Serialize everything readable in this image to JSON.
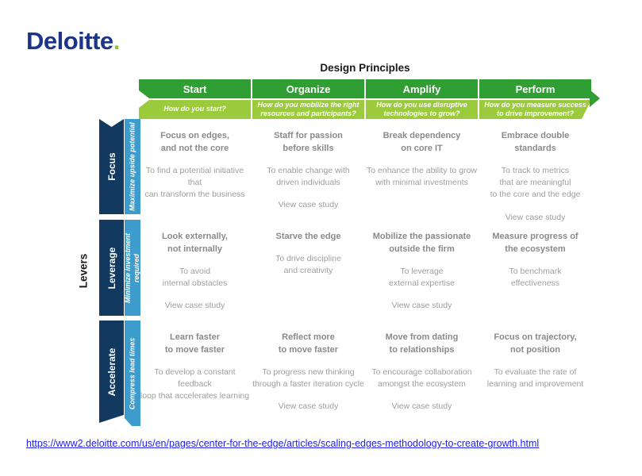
{
  "logo": {
    "text": "Deloitte",
    "dot": "."
  },
  "title": "Design Principles",
  "levers_label": "Levers",
  "columns": [
    {
      "name": "Start",
      "question": "How do you start?"
    },
    {
      "name": "Organize",
      "question": "How do you mobilize the right\nresources and participants?"
    },
    {
      "name": "Amplify",
      "question": "How do you use disruptive\ntechnologies to grow?"
    },
    {
      "name": "Perform",
      "question": "How do you measure success\nto drive improvement?"
    }
  ],
  "rows": [
    {
      "lever": "Focus",
      "sublabel": "Maximize upside potential",
      "cells": [
        {
          "title": "Focus on edges,\nand not the core",
          "desc": "To find a potential initiative that\ncan transform the business"
        },
        {
          "title": "Staff for passion\nbefore skills",
          "desc": "To enable change with\ndriven individuals",
          "link": "View case study"
        },
        {
          "title": "Break dependency\non core IT",
          "desc": "To enhance the ability to grow\nwith minimal investments"
        },
        {
          "title": "Embrace double standards",
          "desc": "To track to metrics\nthat are meaningful\nto the core and the edge",
          "link": "View case study"
        }
      ]
    },
    {
      "lever": "Leverage",
      "sublabel": "Minimize investment\nrequired",
      "cells": [
        {
          "title": "Look externally,\nnot internally",
          "desc": "To avoid\ninternal obstacles",
          "link": "View case study"
        },
        {
          "title": "Starve the edge",
          "desc": "To drive discipline\nand creativity"
        },
        {
          "title": "Mobilize the passionate\noutside the firm",
          "desc": "To leverage\nexternal expertise",
          "link": "View case study"
        },
        {
          "title": "Measure progress of\nthe ecosystem",
          "desc": "To benchmark\neffectiveness"
        }
      ]
    },
    {
      "lever": "Accelerate",
      "sublabel": "Compress lead times",
      "cells": [
        {
          "title": "Learn faster\nto move faster",
          "desc": "To develop a constant feedback\nloop that accelerates learning"
        },
        {
          "title": "Reflect more\nto move faster",
          "desc": "To progress new thinking\nthrough a faster iteration cycle",
          "link": "View case study"
        },
        {
          "title": "Move from dating\nto relationships",
          "desc": "To encourage collaboration\namongst the ecosystem",
          "link": "View case study"
        },
        {
          "title": "Focus on trajectory,\nnot position",
          "desc": "To evaluate the rate of\nlearning and improvement"
        }
      ]
    }
  ],
  "footer_url": "https://www2.deloitte.com/us/en/pages/center-for-the-edge/articles/scaling-edges-methodology-to-create-growth.html",
  "colors": {
    "header_green": "#2f9e33",
    "question_green": "#9bca3c",
    "lever_navy": "#123a60",
    "sublabel_blue": "#3d9ccb",
    "logo_blue": "#1c3687",
    "logo_dot_green": "#8cc63f",
    "cell_title_gray": "#8a8a8a",
    "cell_desc_gray": "#9e9e9e",
    "link_blue": "#2222ee"
  }
}
